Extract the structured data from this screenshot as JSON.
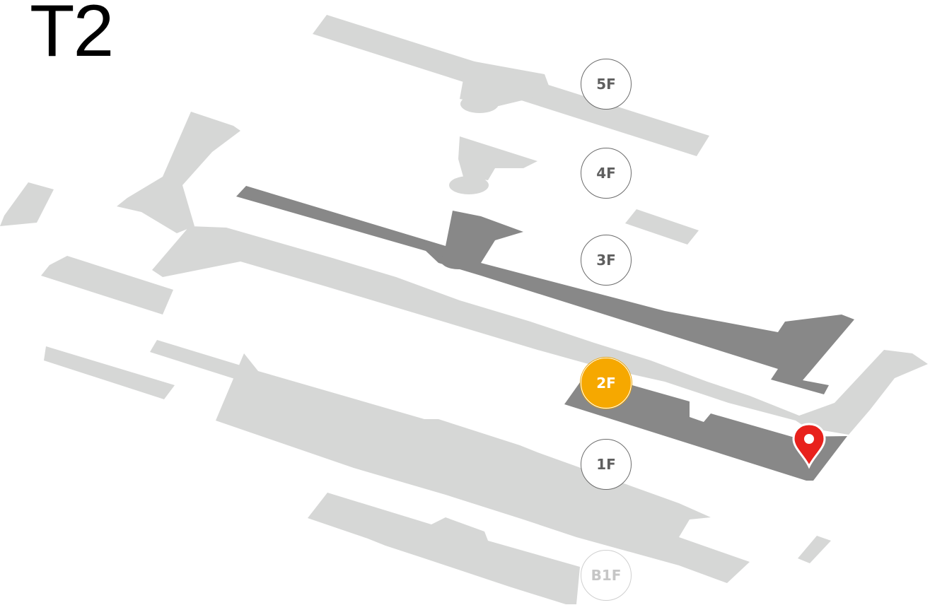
{
  "terminal": {
    "title": "T2"
  },
  "floors": [
    {
      "label": "5F",
      "state": "normal"
    },
    {
      "label": "4F",
      "state": "normal"
    },
    {
      "label": "3F",
      "state": "normal"
    },
    {
      "label": "2F",
      "state": "active"
    },
    {
      "label": "1F",
      "state": "normal"
    },
    {
      "label": "B1F",
      "state": "disabled"
    }
  ],
  "colors": {
    "floor_fill": "#d6d7d6",
    "highlight_fill": "#888888",
    "active_floor": "#f6a800",
    "pin": "#e8211c"
  },
  "icons": {
    "location_marker": "map-pin-icon"
  }
}
